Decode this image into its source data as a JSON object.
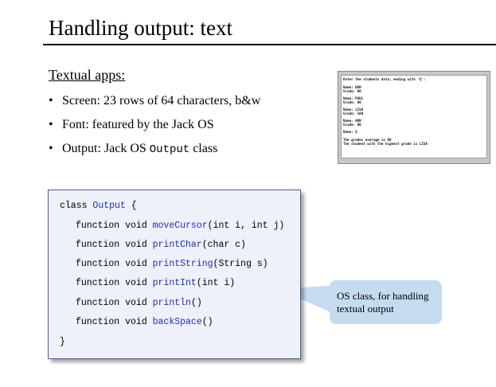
{
  "slide": {
    "title": "Handling output: text",
    "subheading": "Textual apps:",
    "bullets": [
      {
        "text": "Screen: 23 rows of 64 characters, b&w"
      },
      {
        "text": "Font: featured by the Jack OS"
      },
      {
        "prefix": "Output: Jack OS ",
        "code": "Output",
        "suffix": " class"
      }
    ]
  },
  "terminal": {
    "lines": [
      "Enter the students data, ending with '@':",
      "Name: DAN",
      "Grade: 90",
      "Name: PAUL",
      "Grade: 80",
      "Name: LISA",
      "Grade: 100",
      "Name: ANN",
      "Grade: 90",
      "Name: @",
      "The grades average is 90",
      "The student with the highest grade is LISA"
    ]
  },
  "code": {
    "class_kw": "class ",
    "class_name": "Output",
    "open_brace": " {",
    "close_brace": "}",
    "functions": [
      {
        "prefix": "function void ",
        "name": "moveCursor",
        "params": "(int i, int j)"
      },
      {
        "prefix": "function void ",
        "name": "printChar",
        "params": "(char c)"
      },
      {
        "prefix": "function void ",
        "name": "printString",
        "params": "(String s)"
      },
      {
        "prefix": "function void ",
        "name": "printInt",
        "params": "(int i)"
      },
      {
        "prefix": "function void ",
        "name": "println",
        "params": "()"
      },
      {
        "prefix": "function void ",
        "name": "backSpace",
        "params": "()"
      }
    ]
  },
  "callout": {
    "text": "OS class, for handling textual output"
  },
  "colors": {
    "identifier": "#1f2fb0",
    "code_box_bg": "#eef0fa",
    "callout_bg": "#c5dcf0"
  }
}
